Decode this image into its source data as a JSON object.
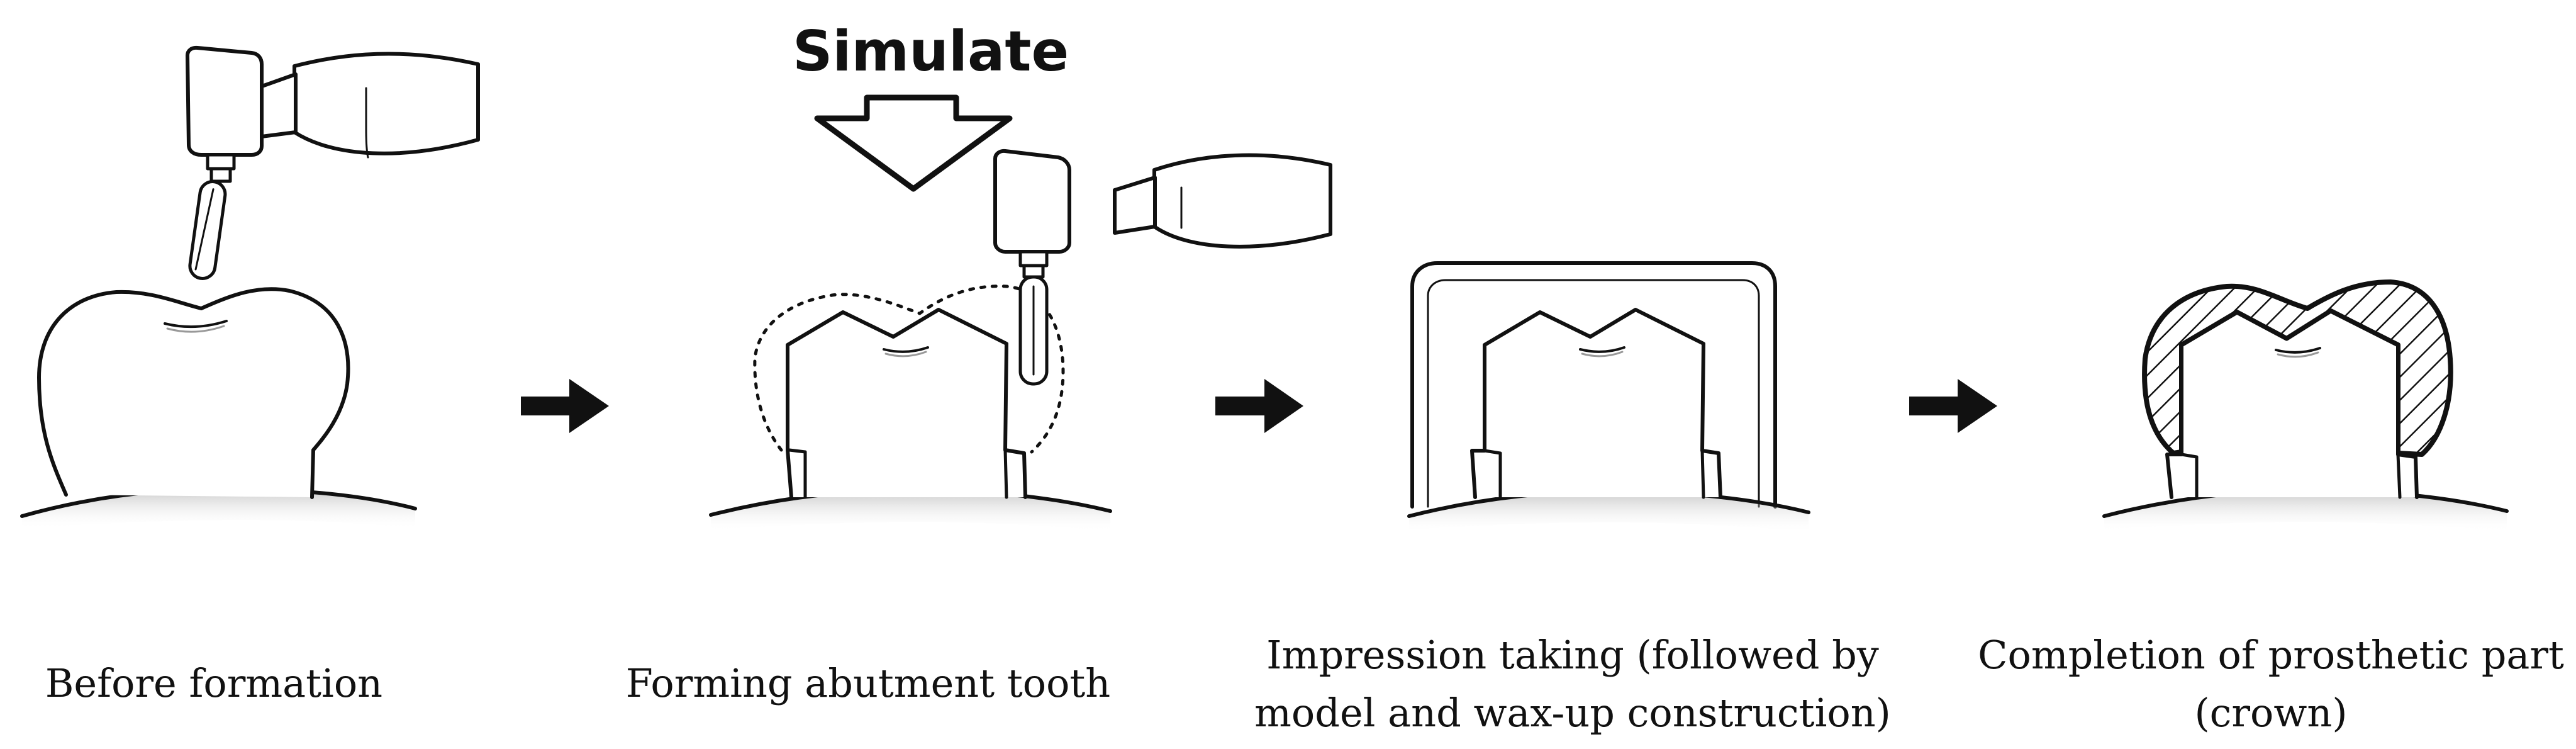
{
  "simulate": {
    "label": "Simulate"
  },
  "steps": [
    {
      "caption": [
        "Before formation"
      ]
    },
    {
      "caption": [
        "Forming abutment tooth"
      ]
    },
    {
      "caption": [
        "Impression taking (followed by",
        "model and wax-up construction)"
      ]
    },
    {
      "caption": [
        "Completion of prosthetic part",
        "(crown)"
      ]
    }
  ],
  "colors": {
    "line": "#111111",
    "gum_shadow": "#bdbdbd",
    "background": "#ffffff"
  }
}
